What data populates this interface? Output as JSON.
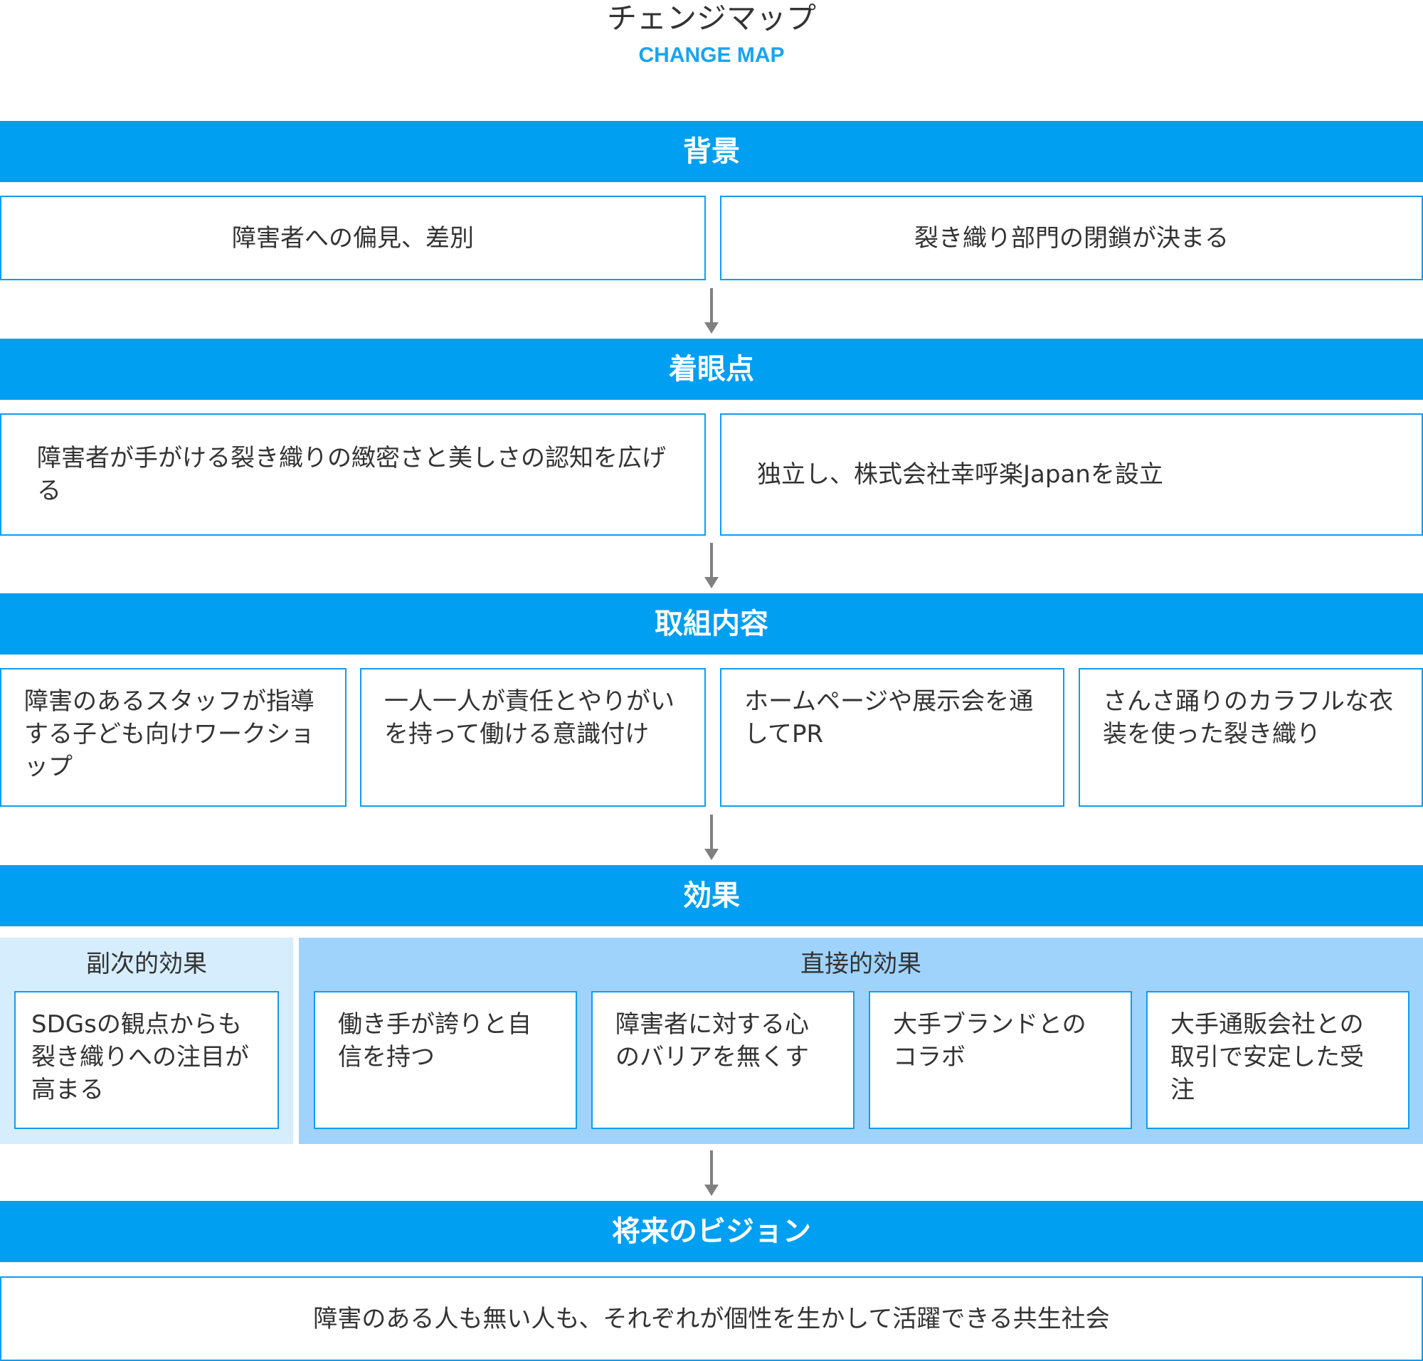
{
  "header": {
    "title": "チェンジマップ",
    "subtitle": "CHANGE MAP"
  },
  "background": {
    "heading": "背景",
    "items": [
      "障害者への偏見、差別",
      "裂き織り部門の閉鎖が決まる"
    ]
  },
  "focus": {
    "heading": "着眼点",
    "items": [
      "障害者が手がける裂き織りの緻密さと美しさの認知を広げる",
      "独立し、株式会社幸呼楽Japanを設立"
    ]
  },
  "actions": {
    "heading": "取組内容",
    "items": [
      "障害のあるスタッフが指導する子ども向けワークショップ",
      "一人一人が責任とやりがいを持って働ける意識付け",
      "ホームページや展示会を通してPR",
      "さんさ踊りのカラフルな衣装を使った裂き織り"
    ]
  },
  "effects": {
    "heading": "効果",
    "secondary": {
      "label": "副次的効果",
      "items": [
        "SDGsの観点からも裂き織りへの注目が高まる"
      ]
    },
    "direct": {
      "label": "直接的効果",
      "items": [
        "働き手が誇りと自信を持つ",
        "障害者に対する心のバリアを無くす",
        "大手ブランドとのコラボ",
        "大手通販会社との取引で安定した受注"
      ]
    }
  },
  "vision": {
    "heading": "将来のビジョン",
    "text": "障害のある人も無い人も、それぞれが個性を生かして活躍できる共生社会"
  },
  "colors": {
    "band": "#009ff2",
    "border": "#119cf0",
    "subtitle": "#1aa3f0",
    "panel_secondary": "#d6edfd",
    "panel_direct": "#9fd3fc",
    "arrow": "#808080"
  }
}
